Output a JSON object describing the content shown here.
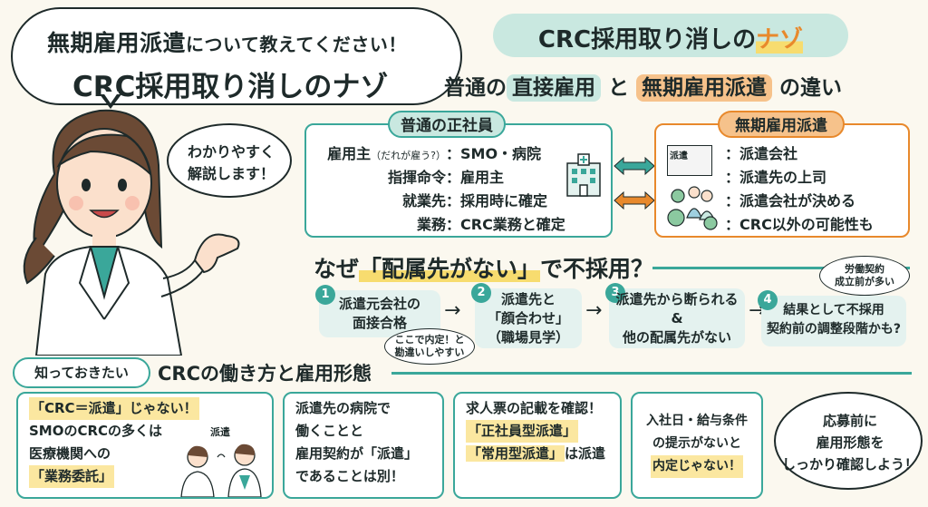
{
  "title_bubble": {
    "line1_a": "無期雇用派遣",
    "line1_b": "について教えてください！",
    "line2": "CRC採用取り消しのナゾ"
  },
  "speech": {
    "line1": "わかりやすく",
    "line2": "解説します！"
  },
  "header": {
    "pill_a": "CRC採用取り消しの",
    "pill_b": "ナゾ"
  },
  "subhead": {
    "pre": "普通の",
    "tag1": "直接雇用",
    "mid": "と",
    "tag2": "無期雇用派遣",
    "post": "の違い"
  },
  "left_box": {
    "label": "普通の正社員",
    "rows": [
      {
        "key": "雇用主",
        "key_note": "（だれが雇う?）",
        "val": "：SMO・病院"
      },
      {
        "key": "指揮命令",
        "key_note": "",
        "val": "：雇用主"
      },
      {
        "key": "就業先",
        "key_note": "",
        "val": "：採用時に確定"
      },
      {
        "key": "業務",
        "key_note": "",
        "val": "：CRC業務と確定"
      }
    ]
  },
  "right_box": {
    "label": "無期雇用派遣",
    "icon_label": "派遣",
    "rows": [
      "：派遣会社",
      "：派遣先の上司",
      "：派遣会社が決める",
      "：CRC以外の可能性も"
    ]
  },
  "why": {
    "pre": "なぜ",
    "highlight": "「配属先がない」",
    "post": "で不採用？"
  },
  "steps": [
    {
      "num": "1",
      "lines": [
        "派遣元会社の",
        "面接合格"
      ]
    },
    {
      "num": "2",
      "lines": [
        "派遣先と",
        "「顔合わせ」",
        "（職場見学）"
      ]
    },
    {
      "num": "3",
      "lines": [
        "派遣先から断られる",
        "&",
        "他の配属先がない"
      ]
    },
    {
      "num": "4",
      "lines": [
        "結果として不採用",
        "契約前の調整段階かも?"
      ]
    }
  ],
  "notes": {
    "note1": [
      "ここで内定！と",
      "勘違いしやすい"
    ],
    "note2": [
      "労働契約",
      "成立前が多い"
    ]
  },
  "know": {
    "pill": "知っておきたい",
    "title": "CRCの働き方と雇用形態"
  },
  "cards": [
    {
      "lines": [
        "「CRC＝派遣」じゃない！",
        "SMOのCRCの多くは",
        "医療機関への",
        "「業務委託」"
      ],
      "tag": "派遣"
    },
    {
      "lines": [
        "派遣先の病院で",
        "働くことと",
        "雇用契約が「派遣」",
        "であることは別！"
      ]
    },
    {
      "lines": [
        "求人票の記載を確認！",
        "「正社員型派遣」",
        "「常用型派遣」",
        "は派遣"
      ]
    },
    {
      "lines": [
        "入社日・給与条件",
        "の提示がないと",
        "内定じゃない！"
      ]
    }
  ],
  "end_bubble": {
    "lines": [
      "応募前に",
      "雇用形態を",
      "しっかり確認しよう！"
    ]
  },
  "colors": {
    "teal": "#3aa79a",
    "orange": "#e8892c",
    "mint": "#c9e8e0",
    "yellow": "#f7dc6f"
  }
}
